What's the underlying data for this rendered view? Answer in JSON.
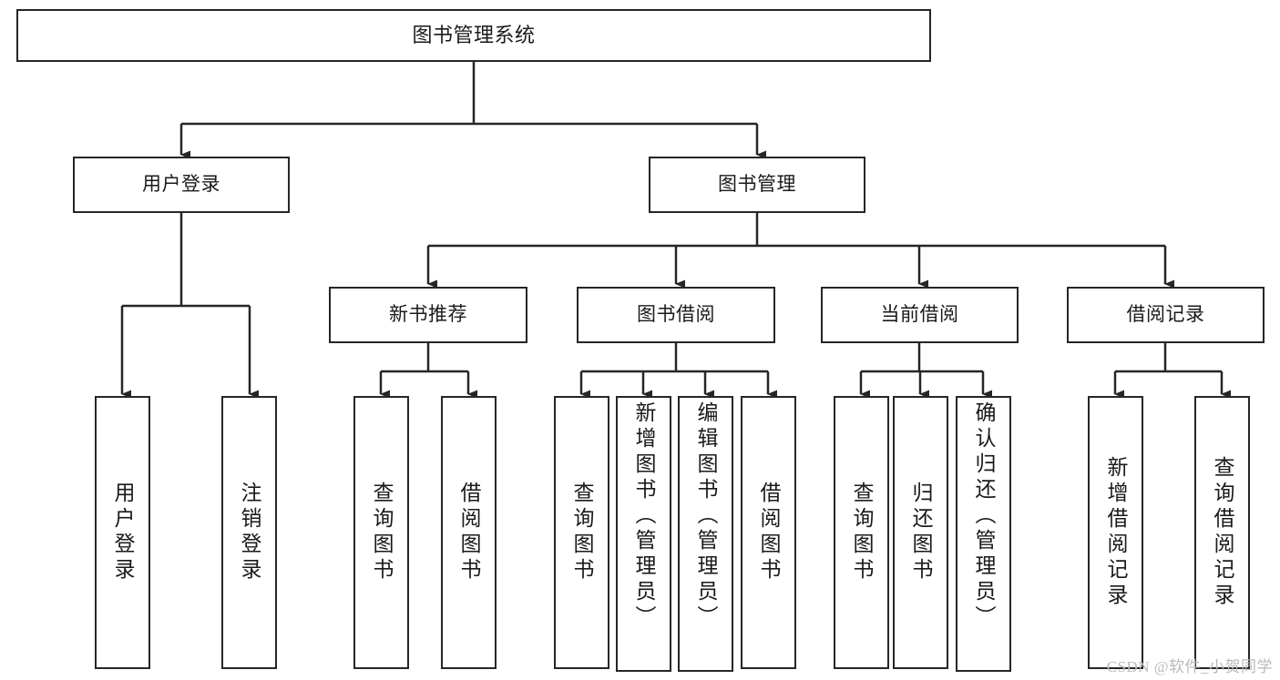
{
  "diagram": {
    "title": "图书管理系统",
    "type": "hierarchy-tree",
    "colors": {
      "stroke": "#262626",
      "fill": "#ffffff",
      "text": "#1a1a1a",
      "watermark": "#b9b9b9"
    },
    "levels": {
      "root": {
        "label": "图书管理系统"
      },
      "level2": [
        {
          "label": "用户登录"
        },
        {
          "label": "图书管理"
        }
      ],
      "level3": [
        {
          "label": "新书推荐"
        },
        {
          "label": "图书借阅"
        },
        {
          "label": "当前借阅"
        },
        {
          "label": "借阅记录"
        }
      ],
      "leaves": [
        {
          "label": "用户登录",
          "parent": "用户登录"
        },
        {
          "label": "注销登录",
          "parent": "用户登录"
        },
        {
          "label": "查询图书",
          "parent": "新书推荐"
        },
        {
          "label": "借阅图书",
          "parent": "新书推荐"
        },
        {
          "label": "查询图书",
          "parent": "图书借阅"
        },
        {
          "label": "新增图书（管理员）",
          "parent": "图书借阅"
        },
        {
          "label": "编辑图书（管理员）",
          "parent": "图书借阅"
        },
        {
          "label": "借阅图书",
          "parent": "图书借阅"
        },
        {
          "label": "查询图书",
          "parent": "当前借阅"
        },
        {
          "label": "归还图书",
          "parent": "当前借阅"
        },
        {
          "label": "确认归还（管理员）",
          "parent": "当前借阅"
        },
        {
          "label": "新增借阅记录",
          "parent": "借阅记录"
        },
        {
          "label": "查询借阅记录",
          "parent": "借阅记录"
        }
      ]
    },
    "watermark": "CSDN @软件_小贺同学"
  }
}
